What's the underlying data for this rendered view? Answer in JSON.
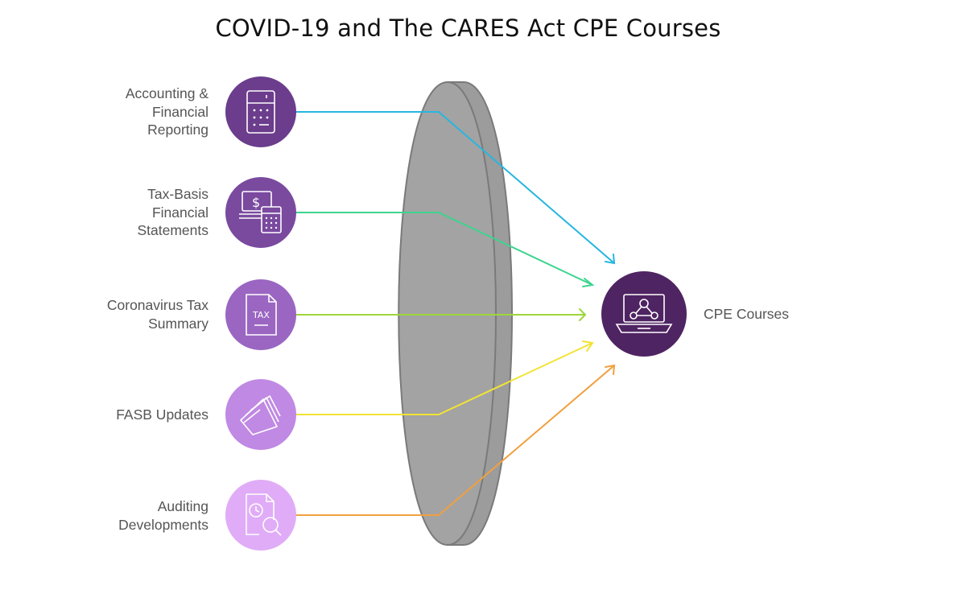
{
  "title": "COVID-19 and The CARES Act CPE Courses",
  "inputs": [
    {
      "label": "Accounting & Financial Reporting",
      "lines": [
        "Accounting &",
        "Financial",
        "Reporting"
      ],
      "icon": "calculator-icon",
      "color": "#6b3d8c",
      "line_color": "#27b6e0"
    },
    {
      "label": "Tax-Basis Financial Statements",
      "lines": [
        "Tax-Basis",
        "Financial",
        "Statements"
      ],
      "icon": "money-calculator-icon",
      "color": "#7a4a9f",
      "line_color": "#3dd48e"
    },
    {
      "label": "Coronavirus Tax Summary",
      "lines": [
        "Coronavirus Tax",
        "Summary"
      ],
      "icon": "tax-document-icon",
      "color": "#9a66c2",
      "line_color": "#9cd63a"
    },
    {
      "label": "FASB Updates",
      "lines": [
        "FASB Updates"
      ],
      "icon": "papers-icon",
      "color": "#c089e3",
      "line_color": "#f2e334"
    },
    {
      "label": "Auditing Developments",
      "lines": [
        "Auditing",
        "Developments"
      ],
      "icon": "audit-search-icon",
      "color": "#e0acf7",
      "line_color": "#f0a040"
    }
  ],
  "output": {
    "label": "CPE Courses",
    "icon": "online-course-icon",
    "color": "#4f2462"
  },
  "tax_icon_text": "TAX"
}
